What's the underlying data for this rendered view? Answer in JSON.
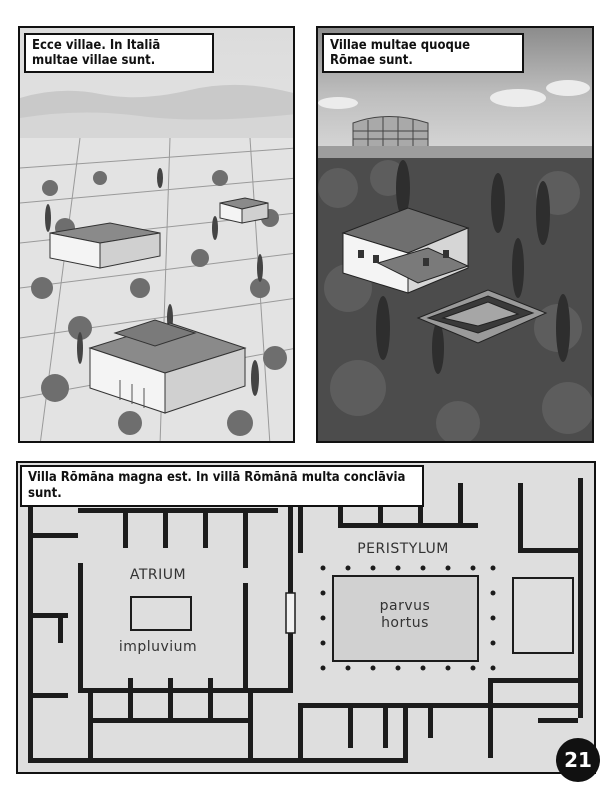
{
  "panels": {
    "top_left": {
      "caption": "Ecce villae. In Italiā multae villae sunt."
    },
    "top_right": {
      "caption": "Villae multae quoque Rōmae sunt."
    },
    "bottom": {
      "caption": "Villa Rōmāna magna est. In villā Rōmānā multa conclāvia sunt.",
      "labels": {
        "atrium": "ATRIUM",
        "impluvium": "impluvium",
        "peristylum": "PERISTYLUM",
        "hortus": "parvus hortus"
      }
    }
  },
  "page_number": "21"
}
